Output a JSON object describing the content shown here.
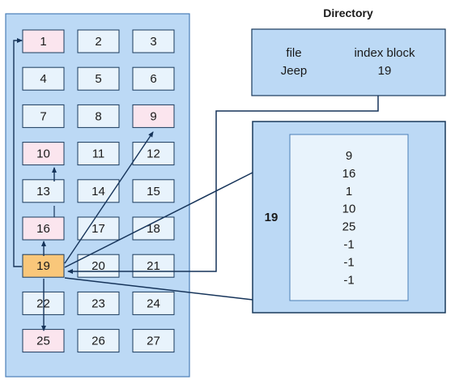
{
  "colors": {
    "disk_fill": "#bcd9f5",
    "disk_stroke": "#4a7fb8",
    "block_fill": "#e8f3fc",
    "block_stroke": "#1a3a5c",
    "highlight_fill": "#fbe5ee",
    "index_fill": "#f9c77a",
    "panel_fill": "#bcd9f5",
    "panel_stroke": "#1a3a5c",
    "inner_fill": "#e8f3fc",
    "line": "#16345a"
  },
  "disk": {
    "blocks": [
      "1",
      "2",
      "3",
      "4",
      "5",
      "6",
      "7",
      "8",
      "9",
      "10",
      "11",
      "12",
      "13",
      "14",
      "15",
      "16",
      "17",
      "18",
      "19",
      "20",
      "21",
      "22",
      "23",
      "24",
      "25",
      "26",
      "27"
    ],
    "highlighted": [
      "1",
      "9",
      "10",
      "16",
      "25"
    ],
    "index_block": "19"
  },
  "directory": {
    "title": "Directory",
    "headers": [
      "file",
      "index block"
    ],
    "entry": {
      "file": "Jeep",
      "index_block": "19"
    }
  },
  "index_panel": {
    "label": "19",
    "pointers": [
      "9",
      "16",
      "1",
      "10",
      "25",
      "-1",
      "-1",
      "-1"
    ]
  }
}
